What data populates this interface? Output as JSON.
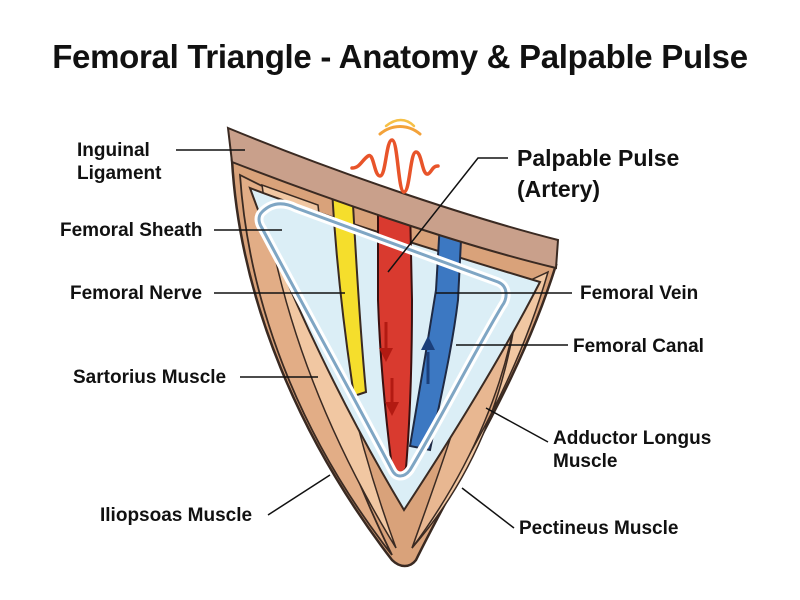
{
  "title": "Femoral Triangle - Anatomy & Palpable Pulse",
  "labels": {
    "inguinal_ligament": [
      "Inguinal",
      "Ligament"
    ],
    "femoral_sheath": "Femoral Sheath",
    "femoral_nerve": "Femoral Nerve",
    "sartorius_muscle": "Sartorius Muscle",
    "iliopsoas_muscle": "Iliopsoas Muscle",
    "palpable_pulse": [
      "Palpable Pulse",
      "(Artery)"
    ],
    "femoral_vein": "Femoral Vein",
    "femoral_canal": "Femoral Canal",
    "adductor_longus_muscle": [
      "Adductor Longus",
      "Muscle"
    ],
    "pectineus_muscle": "Pectineus Muscle"
  },
  "colors": {
    "ligament": "#c9a08b",
    "muscle_outer": "#d9a27a",
    "muscle_inner": "#f1c7a2",
    "sheath_fill": "#dbeef6",
    "sheath_outline": "#7fa6c4",
    "nerve": "#f5de2c",
    "artery": "#d93a2f",
    "vein": "#3c78c2",
    "pulse": "#e8542a",
    "leader": "#111111"
  },
  "icons": {
    "pulse": "pulse-wave-icon",
    "artery_flow": "arrow-down-icon",
    "vein_flow": "arrow-up-icon"
  }
}
